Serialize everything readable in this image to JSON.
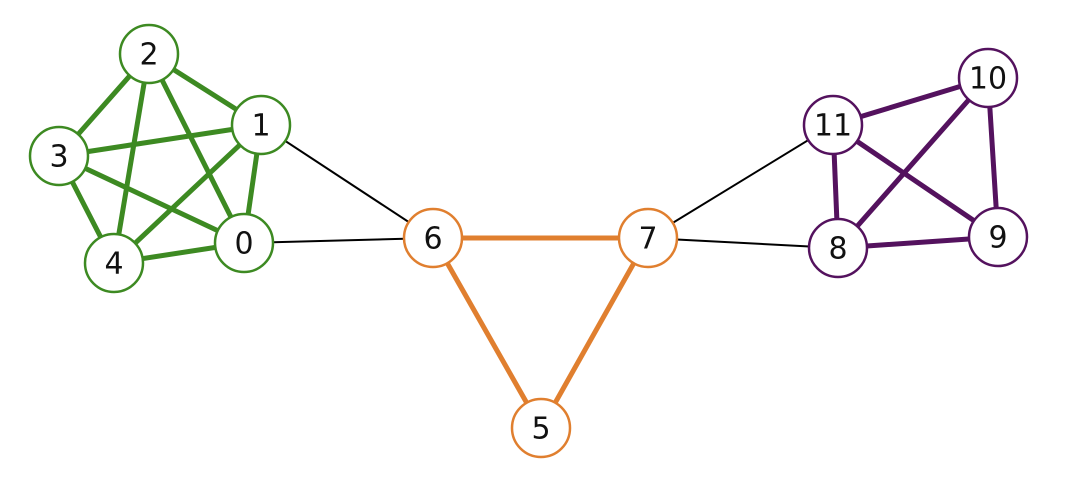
{
  "graph": {
    "colors": {
      "green": "#3d8a22",
      "orange": "#e07f2f",
      "purple": "#54125e",
      "bridge": "#000000"
    },
    "nodes": [
      {
        "id": "0",
        "label": "0",
        "group": "green"
      },
      {
        "id": "1",
        "label": "1",
        "group": "green"
      },
      {
        "id": "2",
        "label": "2",
        "group": "green"
      },
      {
        "id": "3",
        "label": "3",
        "group": "green"
      },
      {
        "id": "4",
        "label": "4",
        "group": "green"
      },
      {
        "id": "5",
        "label": "5",
        "group": "orange"
      },
      {
        "id": "6",
        "label": "6",
        "group": "orange"
      },
      {
        "id": "7",
        "label": "7",
        "group": "orange"
      },
      {
        "id": "8",
        "label": "8",
        "group": "purple"
      },
      {
        "id": "9",
        "label": "9",
        "group": "purple"
      },
      {
        "id": "10",
        "label": "10",
        "group": "purple"
      },
      {
        "id": "11",
        "label": "11",
        "group": "purple"
      }
    ],
    "edges": [
      {
        "source": "0",
        "target": "1",
        "group": "green"
      },
      {
        "source": "0",
        "target": "2",
        "group": "green"
      },
      {
        "source": "0",
        "target": "3",
        "group": "green"
      },
      {
        "source": "0",
        "target": "4",
        "group": "green"
      },
      {
        "source": "1",
        "target": "2",
        "group": "green"
      },
      {
        "source": "1",
        "target": "3",
        "group": "green"
      },
      {
        "source": "1",
        "target": "4",
        "group": "green"
      },
      {
        "source": "2",
        "target": "3",
        "group": "green"
      },
      {
        "source": "2",
        "target": "4",
        "group": "green"
      },
      {
        "source": "3",
        "target": "4",
        "group": "green"
      },
      {
        "source": "5",
        "target": "6",
        "group": "orange"
      },
      {
        "source": "5",
        "target": "7",
        "group": "orange"
      },
      {
        "source": "6",
        "target": "7",
        "group": "orange"
      },
      {
        "source": "8",
        "target": "9",
        "group": "purple"
      },
      {
        "source": "8",
        "target": "10",
        "group": "purple"
      },
      {
        "source": "8",
        "target": "11",
        "group": "purple"
      },
      {
        "source": "9",
        "target": "10",
        "group": "purple"
      },
      {
        "source": "9",
        "target": "11",
        "group": "purple"
      },
      {
        "source": "10",
        "target": "11",
        "group": "purple"
      },
      {
        "source": "0",
        "target": "6",
        "group": "bridge"
      },
      {
        "source": "1",
        "target": "6",
        "group": "bridge"
      },
      {
        "source": "7",
        "target": "8",
        "group": "bridge"
      },
      {
        "source": "7",
        "target": "11",
        "group": "bridge"
      }
    ]
  }
}
